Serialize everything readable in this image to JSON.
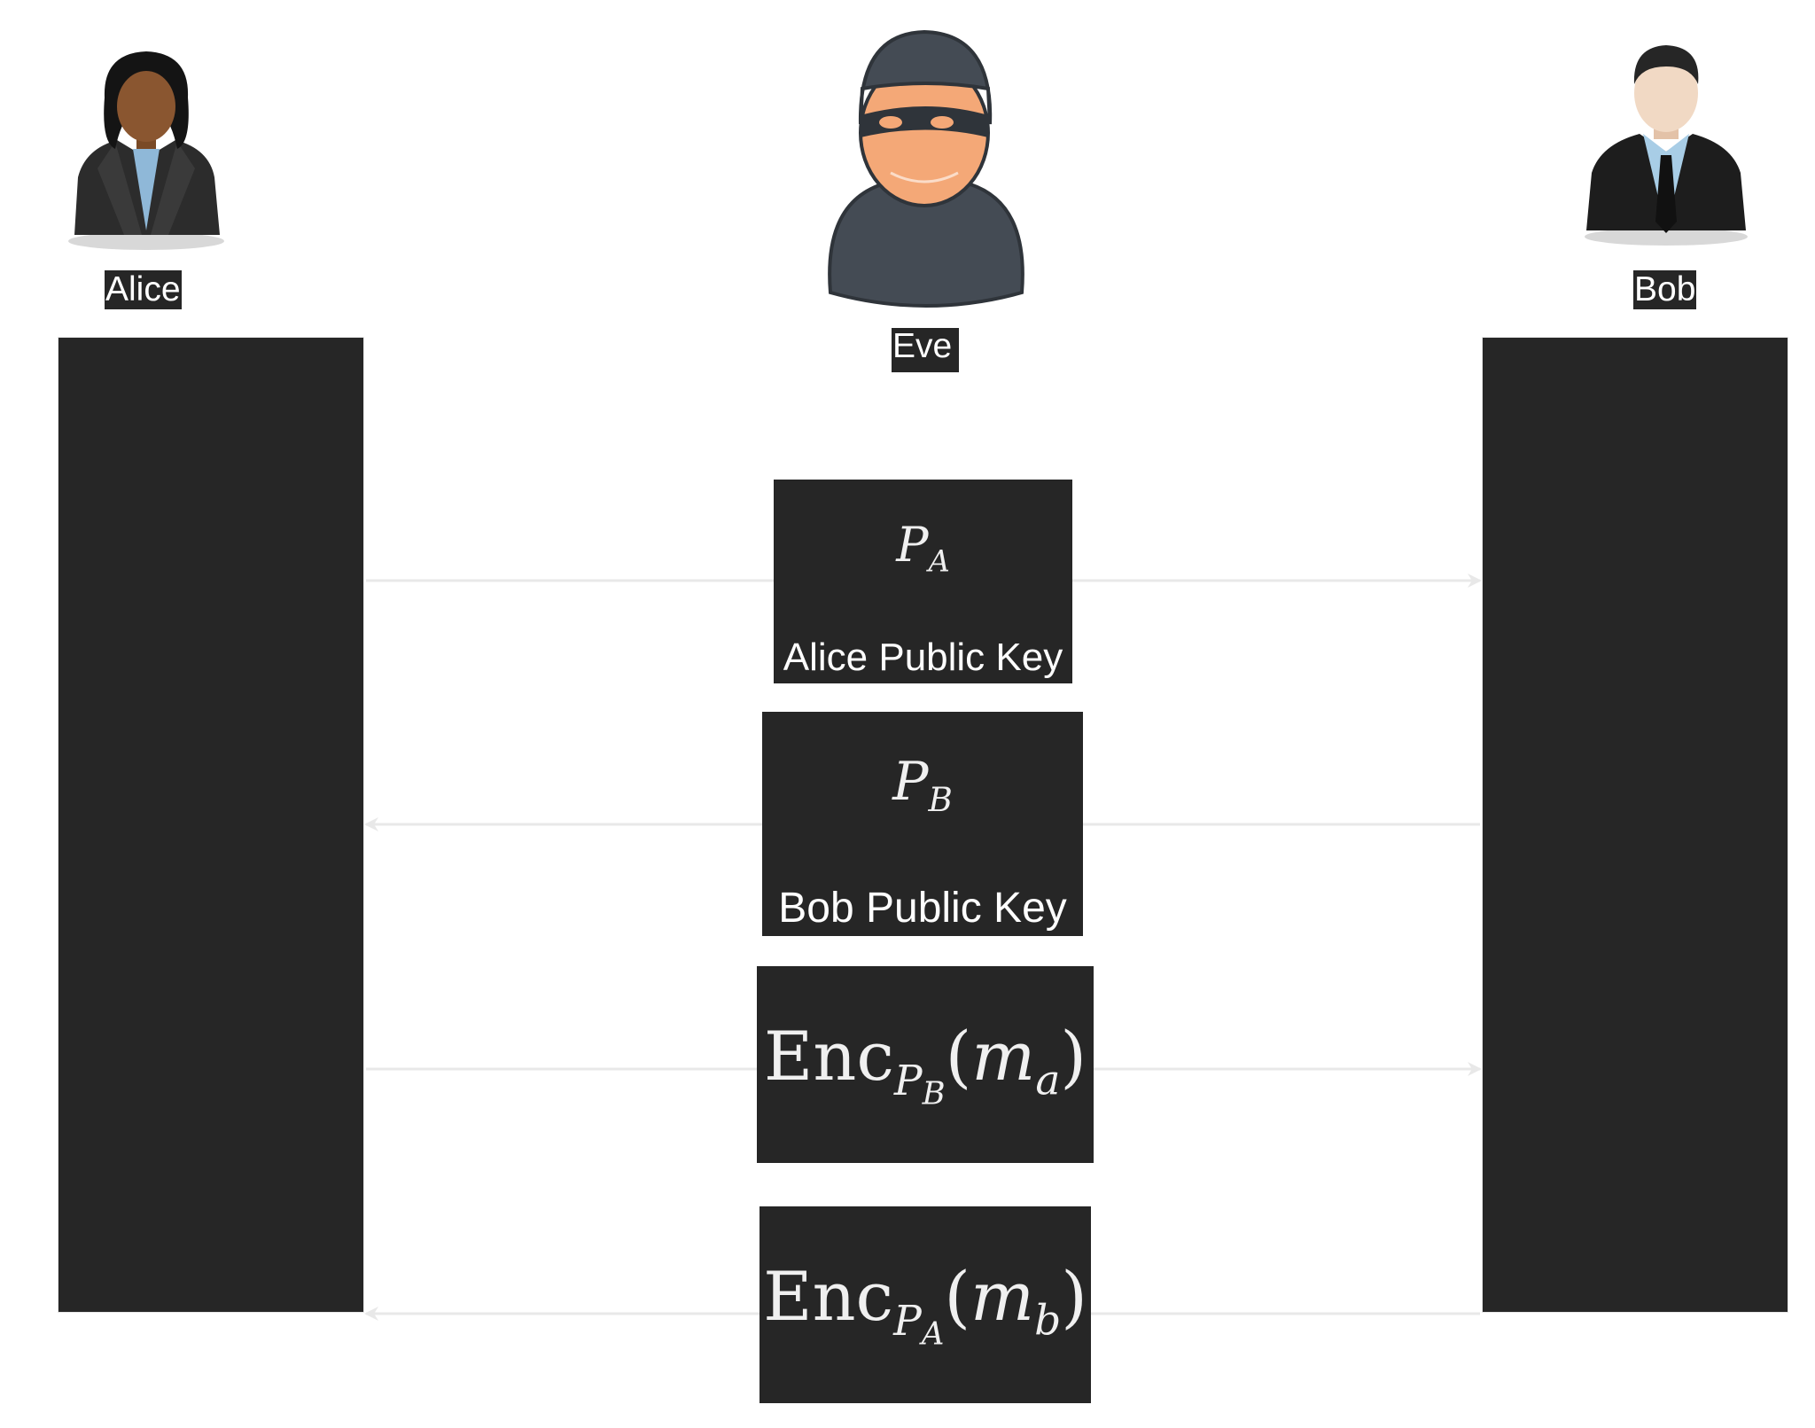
{
  "actors": {
    "alice": {
      "name": "Alice",
      "icon": "businesswoman-avatar-icon"
    },
    "eve": {
      "name": "Eve",
      "icon": "masked-thief-avatar-icon"
    },
    "bob": {
      "name": "Bob",
      "icon": "businessman-avatar-icon"
    }
  },
  "messages": [
    {
      "id": "alice-public-key",
      "direction": "alice-to-bob",
      "symbol": "P",
      "subscript": "A",
      "caption": "Alice Public Key"
    },
    {
      "id": "bob-public-key",
      "direction": "bob-to-alice",
      "symbol": "P",
      "subscript": "B",
      "caption": "Bob Public Key"
    },
    {
      "id": "enc-ma",
      "direction": "alice-to-bob",
      "function": "Enc",
      "key": "P",
      "key_subscript": "B",
      "argument": "m",
      "argument_subscript": "a"
    },
    {
      "id": "enc-mb",
      "direction": "bob-to-alice",
      "function": "Enc",
      "key": "P",
      "key_subscript": "A",
      "argument": "m",
      "argument_subscript": "b"
    }
  ],
  "colors": {
    "box_fill": "#262626",
    "arrow": "#e8e8e8",
    "text": "#ffffff"
  }
}
